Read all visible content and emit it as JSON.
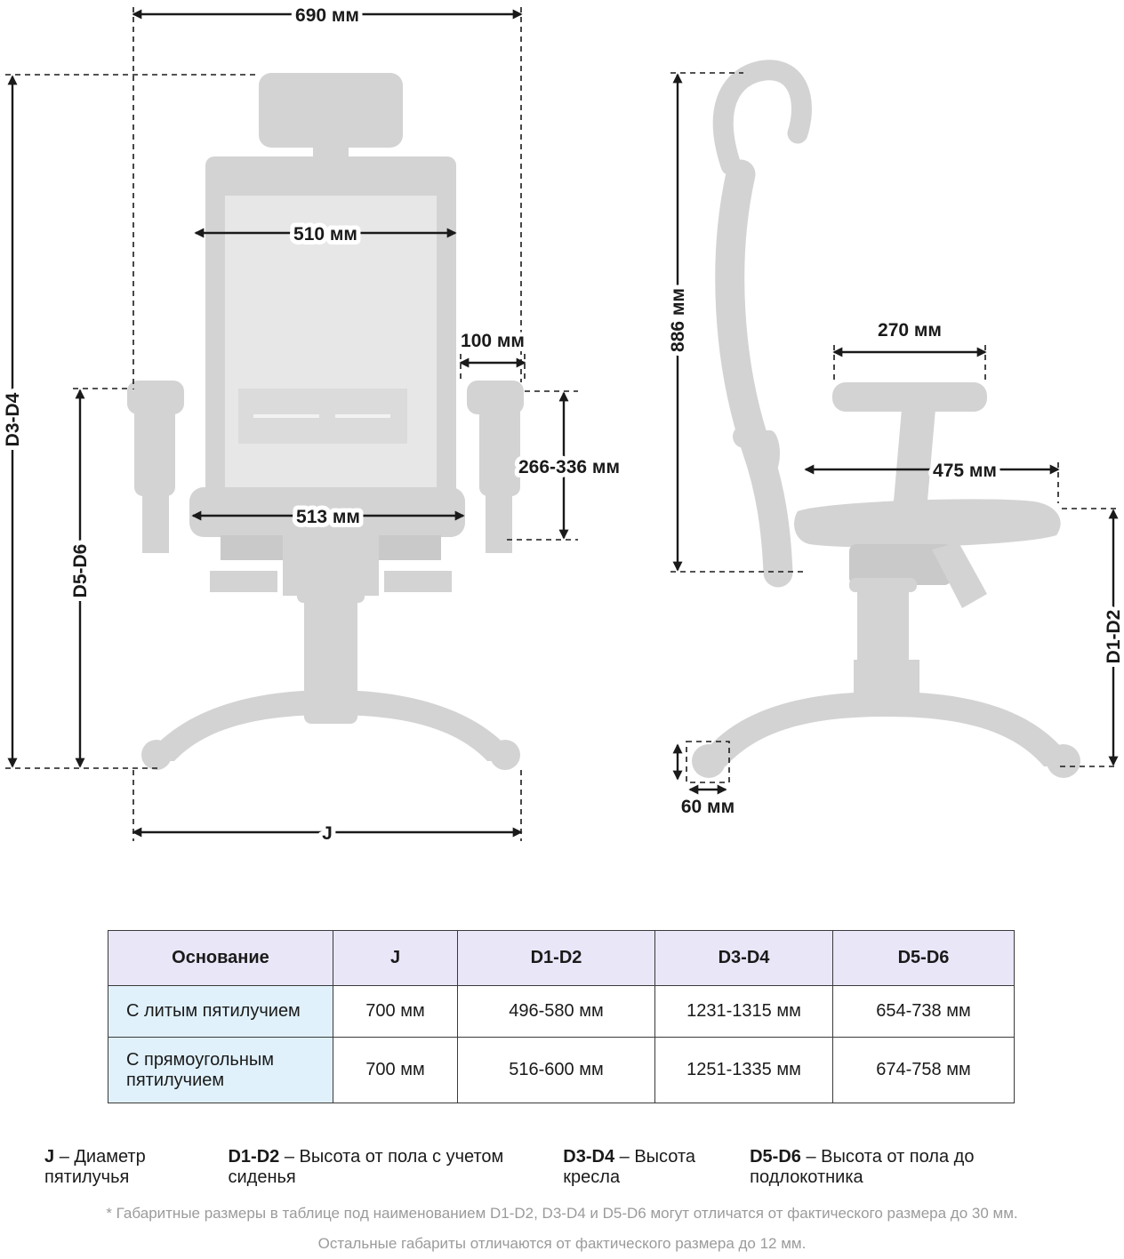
{
  "front_view": {
    "overall_width": "690 мм",
    "backrest_width": "510 мм",
    "armrest_pad_width": "100 мм",
    "armrest_height_range": "266-336 мм",
    "seat_width": "513 мм",
    "chair_height_label": "D3-D4",
    "armrest_floor_label": "D5-D6",
    "base_diameter_label": "J"
  },
  "side_view": {
    "backrest_height": "886 мм",
    "armrest_pad_length": "270 мм",
    "seat_depth": "475 мм",
    "seat_height_label": "D1-D2",
    "caster_size": "60 мм"
  },
  "table": {
    "headers": [
      "Основание",
      "J",
      "D1-D2",
      "D3-D4",
      "D5-D6"
    ],
    "rows": [
      [
        "С литым пятилучием",
        "700 мм",
        "496-580 мм",
        "1231-1315 мм",
        "654-738 мм"
      ],
      [
        "С прямоугольным пятилучием",
        "700 мм",
        "516-600 мм",
        "1251-1335 мм",
        "674-758 мм"
      ]
    ]
  },
  "legend": [
    {
      "term": "J",
      "desc": "– Диаметр пятилучья"
    },
    {
      "term": "D1-D2",
      "desc": "– Высота от пола с учетом сиденья"
    },
    {
      "term": "D3-D4",
      "desc": "– Высота кресла"
    },
    {
      "term": "D5-D6",
      "desc": "– Высота от пола до подлокотника"
    }
  ],
  "footnotes": [
    "* Габаритные размеры в таблице под наименованием D1-D2, D3-D4 и D5-D6 могут отличатся от фактического размера до 30 мм.",
    "Остальные габариты отличаются от фактического размера до 12 мм."
  ],
  "colors": {
    "chair": "#D3D3D3",
    "dimension": "#1a1a1a",
    "table_header_bg": "#E9E6F8",
    "table_rowlabel_bg": "#E0F1FB",
    "footnote": "#9B9B9B"
  }
}
